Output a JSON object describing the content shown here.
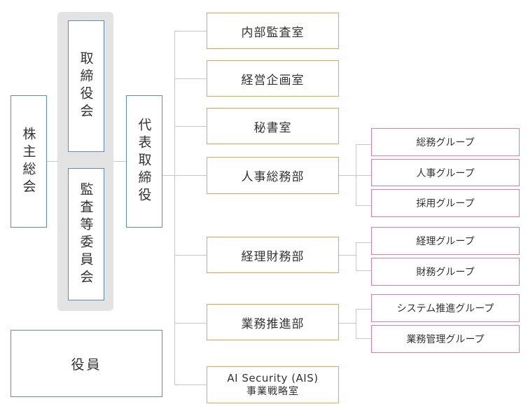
{
  "left": {
    "shareholders": "株主総会",
    "board": "取締役会",
    "audit": "監査等委員会",
    "ceo": "代表取締役",
    "officers": "役員"
  },
  "departments": {
    "internal_audit": "内部監査室",
    "planning": "経営企画室",
    "secretary": "秘書室",
    "general_affairs": "人事総務部",
    "finance": "経理財務部",
    "business_promotion": "業務推進部",
    "ais_line1": "AI Security (AIS)",
    "ais_line2": "事業戦略室"
  },
  "groups": {
    "general": "総務グループ",
    "hr": "人事グループ",
    "recruit": "採用グループ",
    "accounting": "経理グループ",
    "finance": "財務グループ",
    "system": "システム推進グループ",
    "ops": "業務管理グループ"
  },
  "colors": {
    "governance_border": "#5a8ebd",
    "department_border": "#e8a64a",
    "group_border": "#e07bab",
    "connector": "#c8c8c8",
    "board_background": "#e3e3e3"
  }
}
